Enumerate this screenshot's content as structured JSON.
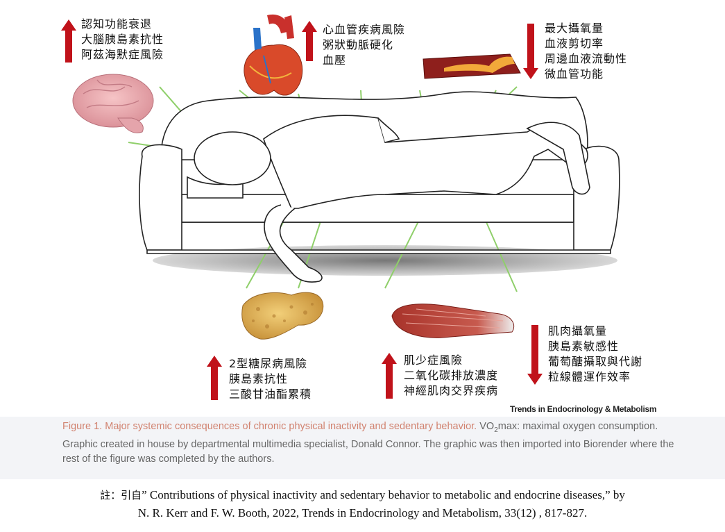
{
  "labels": {
    "brain": {
      "direction": "up",
      "lines": [
        "認知功能衰退",
        "大腦胰島素抗性",
        "阿茲海默症風險"
      ]
    },
    "heart": {
      "direction": "up",
      "lines": [
        "心血管疾病風險",
        "粥狀動脈硬化",
        "血壓"
      ]
    },
    "vessel": {
      "direction": "down",
      "lines": [
        "最大攝氧量",
        "血液剪切率",
        "周邊血液流動性",
        "微血管功能"
      ]
    },
    "liver": {
      "direction": "up",
      "lines": [
        "2型糖尿病風險",
        "胰島素抗性",
        "三酸甘油酯累積"
      ]
    },
    "muscle_up": {
      "direction": "up",
      "lines": [
        "肌少症風險",
        "二氧化碳排放濃度",
        "神經肌肉交界疾病"
      ]
    },
    "muscle_down": {
      "direction": "down",
      "lines": [
        "肌肉攝氧量",
        "胰島素敏感性",
        "葡萄醣攝取與代謝",
        "粒線體運作效率"
      ]
    }
  },
  "journal": "Trends in Endocrinology & Metabolism",
  "caption": {
    "figure_title": "Figure 1. Major systemic consequences of chronic physical inactivity and sedentary behavior.",
    "vo2_prefix": "VO",
    "vo2_sub": "2",
    "vo2_rest": "max: maximal oxygen consumption. Graphic created in house by departmental multimedia specialist, Donald Connor. The graphic was then imported into Biorender where the rest of the figure was completed by the authors."
  },
  "note": {
    "label": "註：引自",
    "line1": "” Contributions of physical inactivity and sedentary behavior to metabolic and endocrine diseases,” by",
    "line2": "N. R. Kerr and F. W. Booth, 2022, Trends in Endocrinology and Metabolism, 33(12) , 817-827."
  },
  "colors": {
    "arrow": "#c0121a",
    "lines": "#8fcf6a",
    "figure_label": "#d1826f",
    "caption_text": "#666666"
  }
}
